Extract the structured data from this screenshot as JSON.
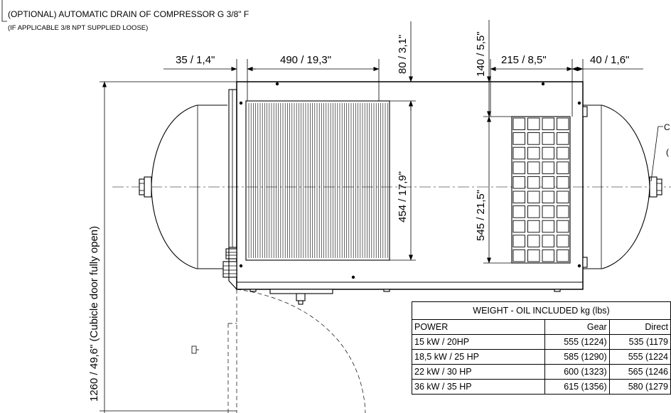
{
  "notes": {
    "drain_line1": "(OPTIONAL) AUTOMATIC DRAIN OF COMPRESSOR G 3/8\" F",
    "drain_line2": "(IF APPLICABLE 3/8 NPT SUPPLIED LOOSE)",
    "right_cut_1": "C",
    "right_cut_2": "("
  },
  "dimensions": {
    "d35": "35 / 1,4\"",
    "d490": "490 / 19,3\"",
    "d80": "80 / 3,1\"",
    "d140": "140 / 5,5\"",
    "d215": "215 / 8,5\"",
    "d40": "40 / 1,6\"",
    "d454": "454 / 17,9\"",
    "d545": "545 / 21,5\"",
    "d1260": "1260 / 49,6\" (Cubicle door fully open)"
  },
  "weight_table": {
    "title": "WEIGHT - OIL INCLUDED kg (lbs)",
    "headers": [
      "POWER",
      "Gear",
      "Direct"
    ],
    "rows": [
      [
        "15 kW / 20HP",
        "555 (1224)",
        "535 (1179"
      ],
      [
        "18,5 kW / 25 HP",
        "585 (1290)",
        "555 (1224"
      ],
      [
        "22 kW / 30 HP",
        "600 (1323)",
        "565 (1246"
      ],
      [
        "36 kW / 35 HP",
        "615 (1356)",
        "580 (1279"
      ]
    ]
  }
}
